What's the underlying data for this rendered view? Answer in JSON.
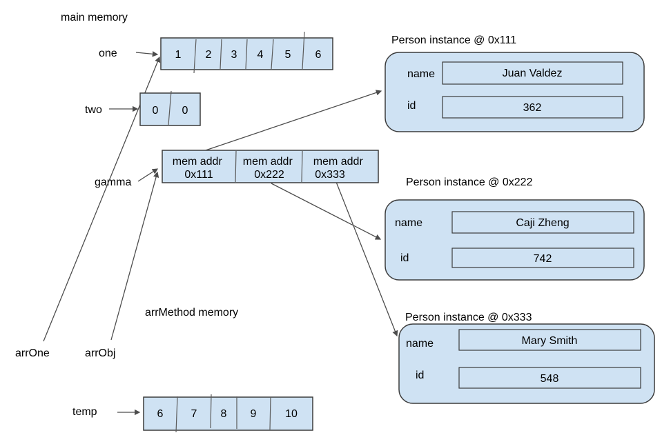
{
  "labels": {
    "main_memory": "main memory",
    "one": "one",
    "two": "two",
    "gamma": "gamma",
    "arr_method_memory": "arrMethod memory",
    "arr_one": "arrOne",
    "arr_obj": "arrObj",
    "temp": "temp"
  },
  "arrays": {
    "one": [
      "1",
      "2",
      "3",
      "4",
      "5",
      "6"
    ],
    "two": [
      "0",
      "0"
    ],
    "gamma": [
      {
        "line1": "mem addr",
        "line2": "0x111"
      },
      {
        "line1": "mem addr",
        "line2": "0x222"
      },
      {
        "line1": "mem addr",
        "line2": "0x333"
      }
    ],
    "temp": [
      "6",
      "7",
      "8",
      "9",
      "10"
    ]
  },
  "persons": [
    {
      "title": "Person instance @ 0x111",
      "name_label": "name",
      "name": "Juan Valdez",
      "id_label": "id",
      "id": "362"
    },
    {
      "title": "Person instance @ 0x222",
      "name_label": "name",
      "name": "Caji Zheng",
      "id_label": "id",
      "id": "742"
    },
    {
      "title": "Person instance @ 0x333",
      "name_label": "name",
      "name": "Mary Smith",
      "id_label": "id",
      "id": "548"
    }
  ],
  "colors": {
    "cell_fill": "#cfe2f3",
    "box_border": "#3c3c3c",
    "divider": "#5a5a5a",
    "line": "#4d4d4d",
    "text": "#000000",
    "background": "#ffffff"
  }
}
